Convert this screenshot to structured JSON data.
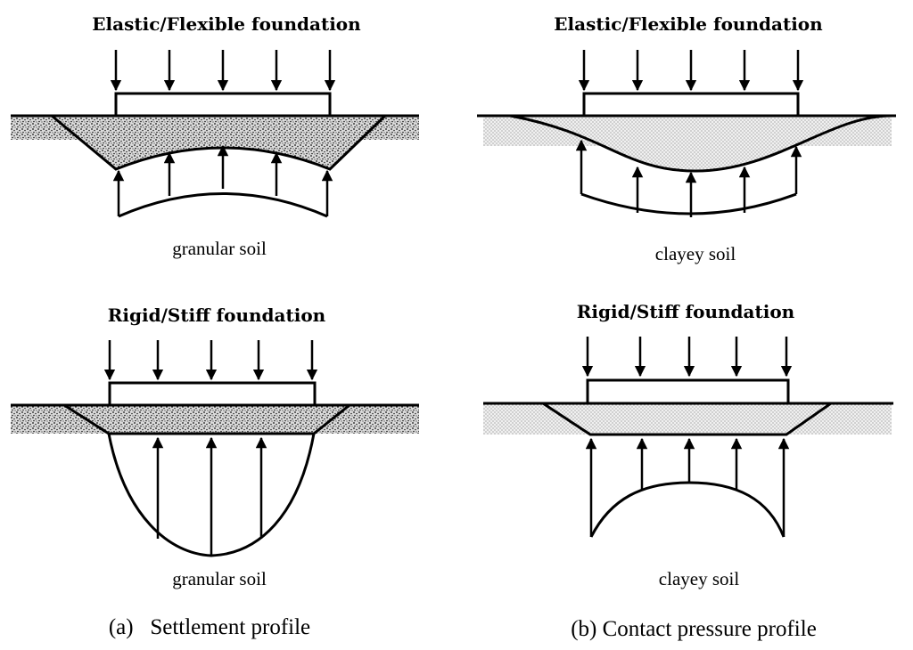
{
  "panels": {
    "a_top": {
      "title": "Elastic/Flexible foundation",
      "soil": "granular soil"
    },
    "b_top": {
      "title": "Elastic/Flexible foundation",
      "soil": "clayey soil"
    },
    "a_bottom": {
      "title": "Rigid/Stiff foundation",
      "soil": "granular soil"
    },
    "b_bottom": {
      "title": "Rigid/Stiff foundation",
      "soil": "clayey soil"
    }
  },
  "captions": {
    "a": "(a)   Settlement profile",
    "b": "(b) Contact pressure profile"
  },
  "colors": {
    "line": "#000000",
    "granular_fill": "granular-stipple",
    "clay_fill": "clay-stipple"
  }
}
